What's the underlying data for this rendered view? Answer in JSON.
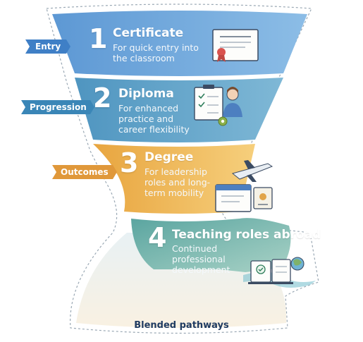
{
  "stages": [
    {
      "number": "1",
      "title": "Certificate",
      "description": "For quick entry into the classroom",
      "tag": "Entry",
      "icon": "certificate-icon",
      "tag_color": "#3f7fc6",
      "band_color": "#6ea6d9"
    },
    {
      "number": "2",
      "title": "Diploma",
      "description": "For enhanced practice and career flexibility",
      "tag": "Progression",
      "icon": "teacher-checklist-icon",
      "tag_color": "#3a86b7",
      "band_color": "#5fa2c7"
    },
    {
      "number": "3",
      "title": "Degree",
      "description": "For leadership roles and long-term mobility",
      "tag": "Outcomes",
      "icon": "airplane-passport-icon",
      "tag_color": "#e0983a",
      "band_color": "#efb34f"
    },
    {
      "number": "4",
      "title": "Teaching roles abroad",
      "description": "Continued professional development",
      "tag": "",
      "icon": "books-globe-icon",
      "tag_color": "",
      "band_color": "#6fb2a8"
    }
  ],
  "footer": {
    "label": "Blended pathways"
  }
}
